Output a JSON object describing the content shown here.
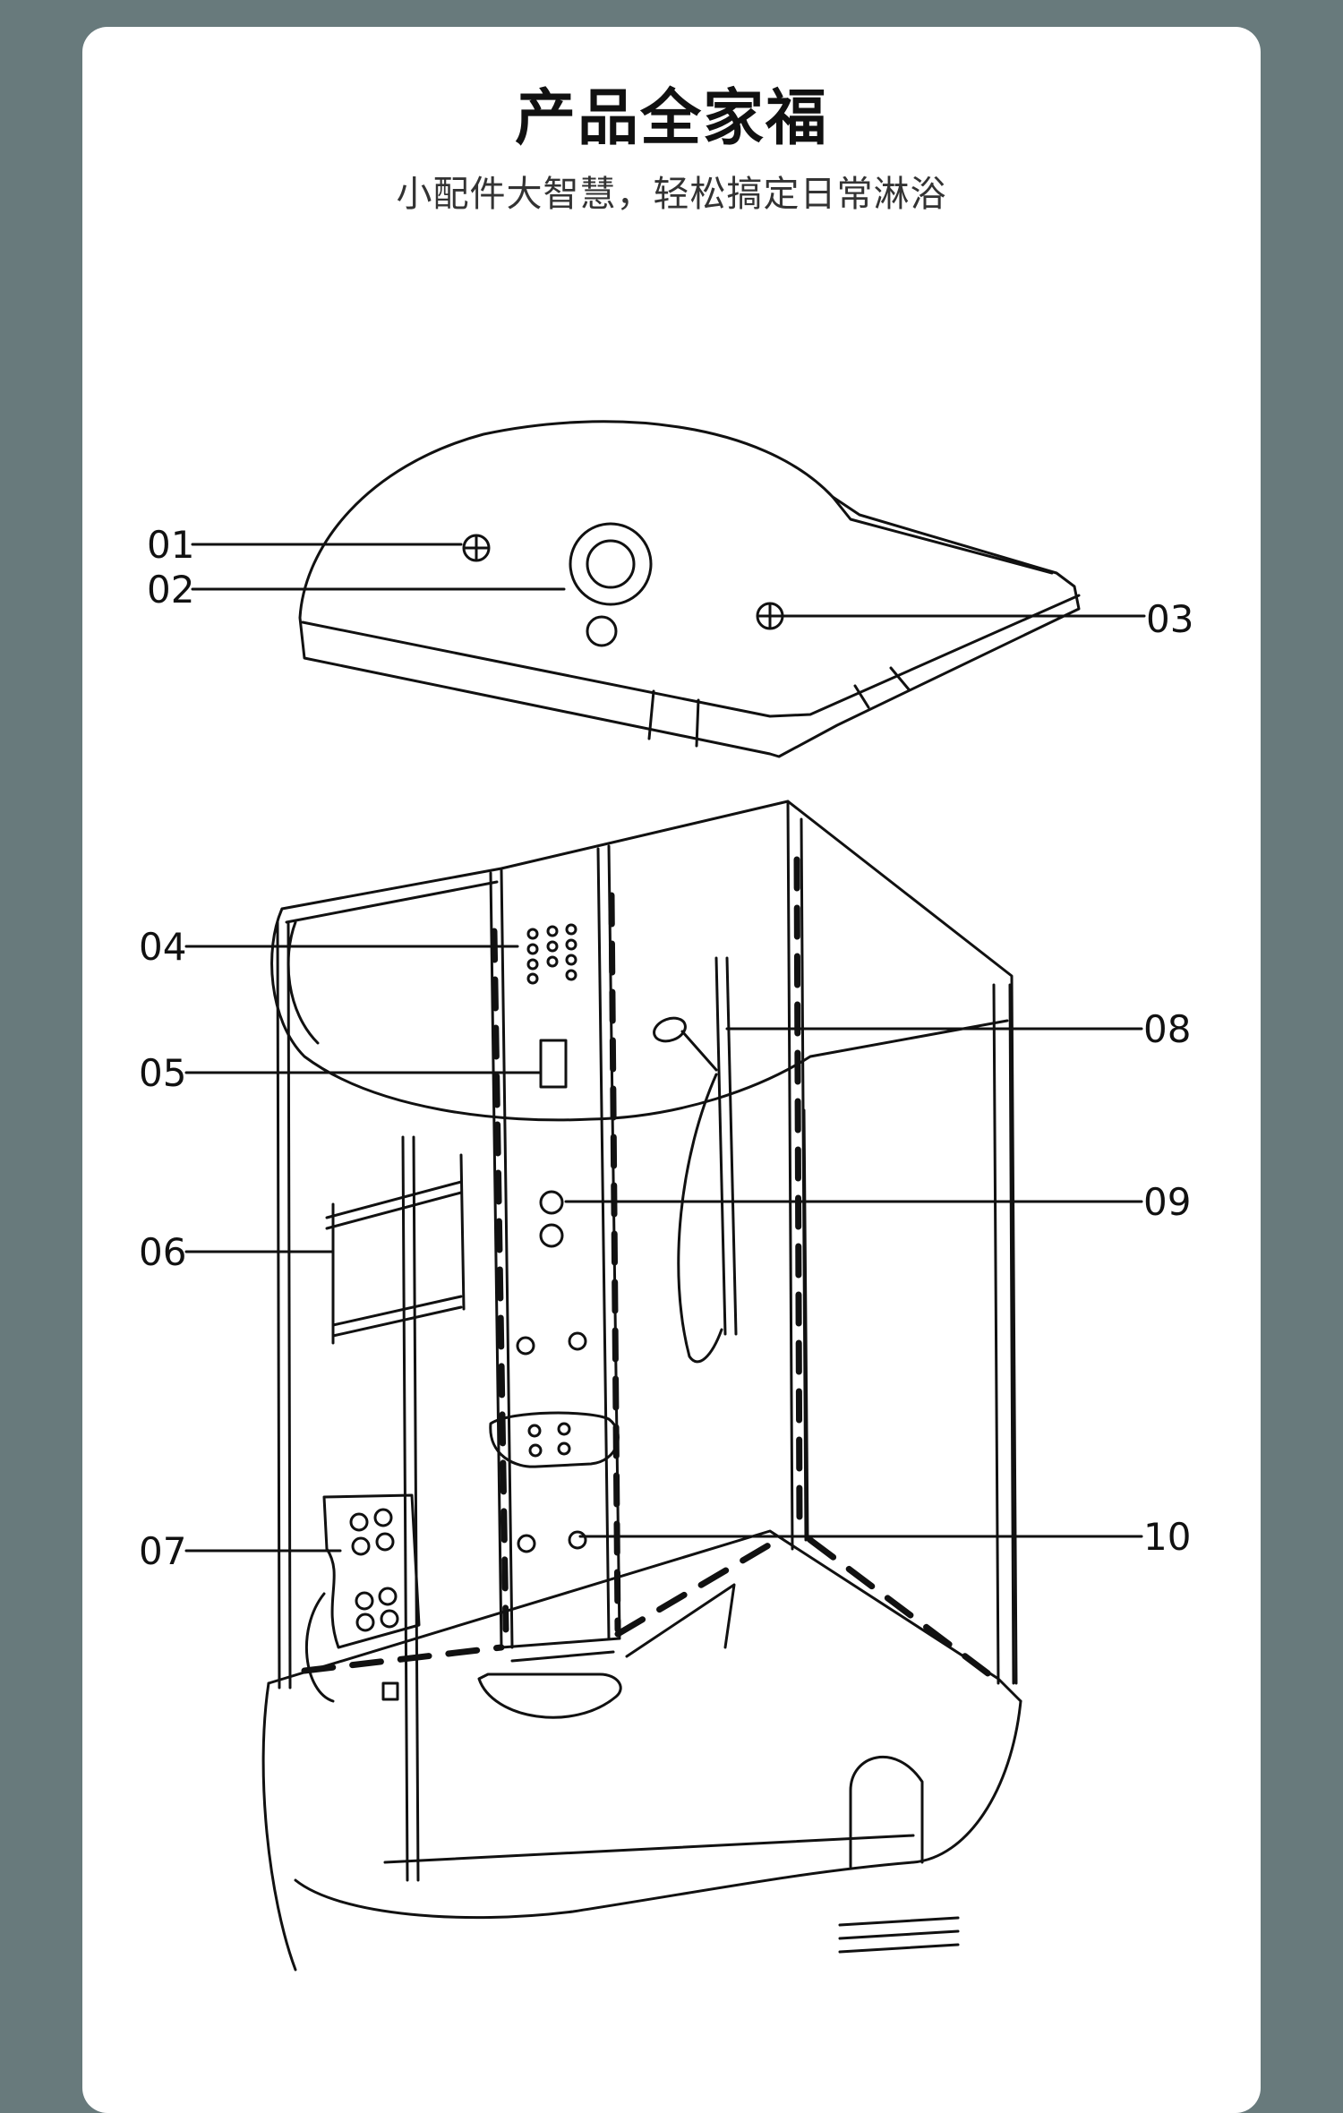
{
  "header": {
    "title": "产品全家福",
    "subtitle": "小配件大智慧，轻松搞定日常淋浴"
  },
  "callouts": [
    {
      "id": "01"
    },
    {
      "id": "02"
    },
    {
      "id": "03"
    },
    {
      "id": "04"
    },
    {
      "id": "05"
    },
    {
      "id": "06"
    },
    {
      "id": "07"
    },
    {
      "id": "08"
    },
    {
      "id": "09"
    },
    {
      "id": "10"
    }
  ],
  "colors": {
    "page_background": "#687a7c",
    "card_background": "#ffffff",
    "line": "#111111"
  }
}
